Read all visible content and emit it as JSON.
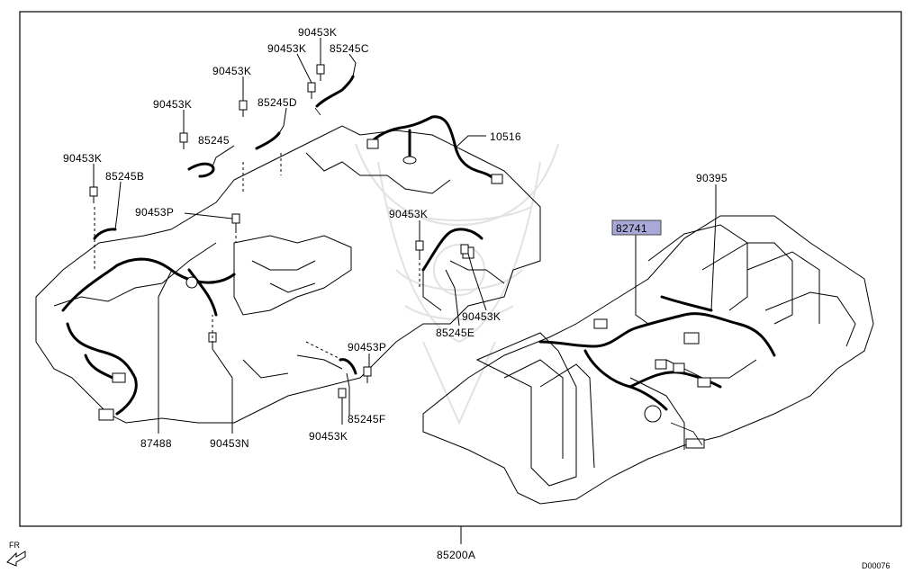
{
  "callouts": {
    "c1": "90453K",
    "c2": "90453K",
    "c3": "85245C",
    "c4": "90453K",
    "c5": "85245D",
    "c6": "90453K",
    "c7": "85245",
    "c8": "90453K",
    "c9": "85245B",
    "c10": "90453P",
    "c11": "10516",
    "c12": "90453K",
    "c13": "90395",
    "c14": "82741",
    "c15": "90453K",
    "c16": "85245E",
    "c17": "90453P",
    "c18": "85245F",
    "c19": "90453K",
    "c20": "87488",
    "c21": "90453N",
    "c22": "85200A"
  },
  "direction_label": "FR",
  "diagram_code": "D00076",
  "colors": {
    "highlight": "#a9a9d9",
    "line": "#000000",
    "watermark": "#e6e6e6"
  }
}
